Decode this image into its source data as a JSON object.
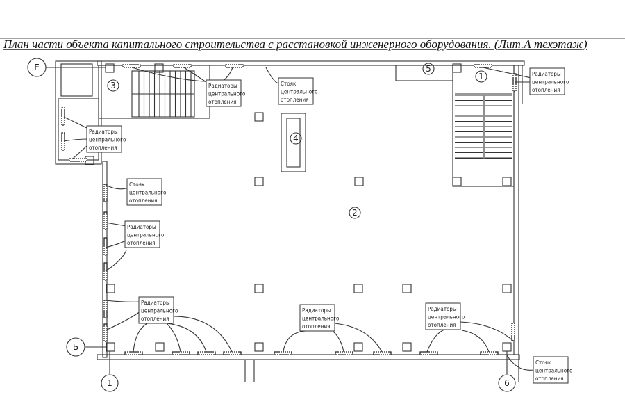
{
  "title": "План части объекта капитального строительства с расстановкой инженерного оборудования. (Лит.А   техэтаж)",
  "rooms": [
    "1",
    "2",
    "3",
    "4",
    "5"
  ],
  "axes": [
    "Е",
    "Б",
    "1",
    "6"
  ],
  "callouts": {
    "radiators": [
      "Радиаторы",
      "центрального",
      "отопления"
    ],
    "riser": [
      "Стояк",
      "центрального",
      "отопления"
    ]
  }
}
